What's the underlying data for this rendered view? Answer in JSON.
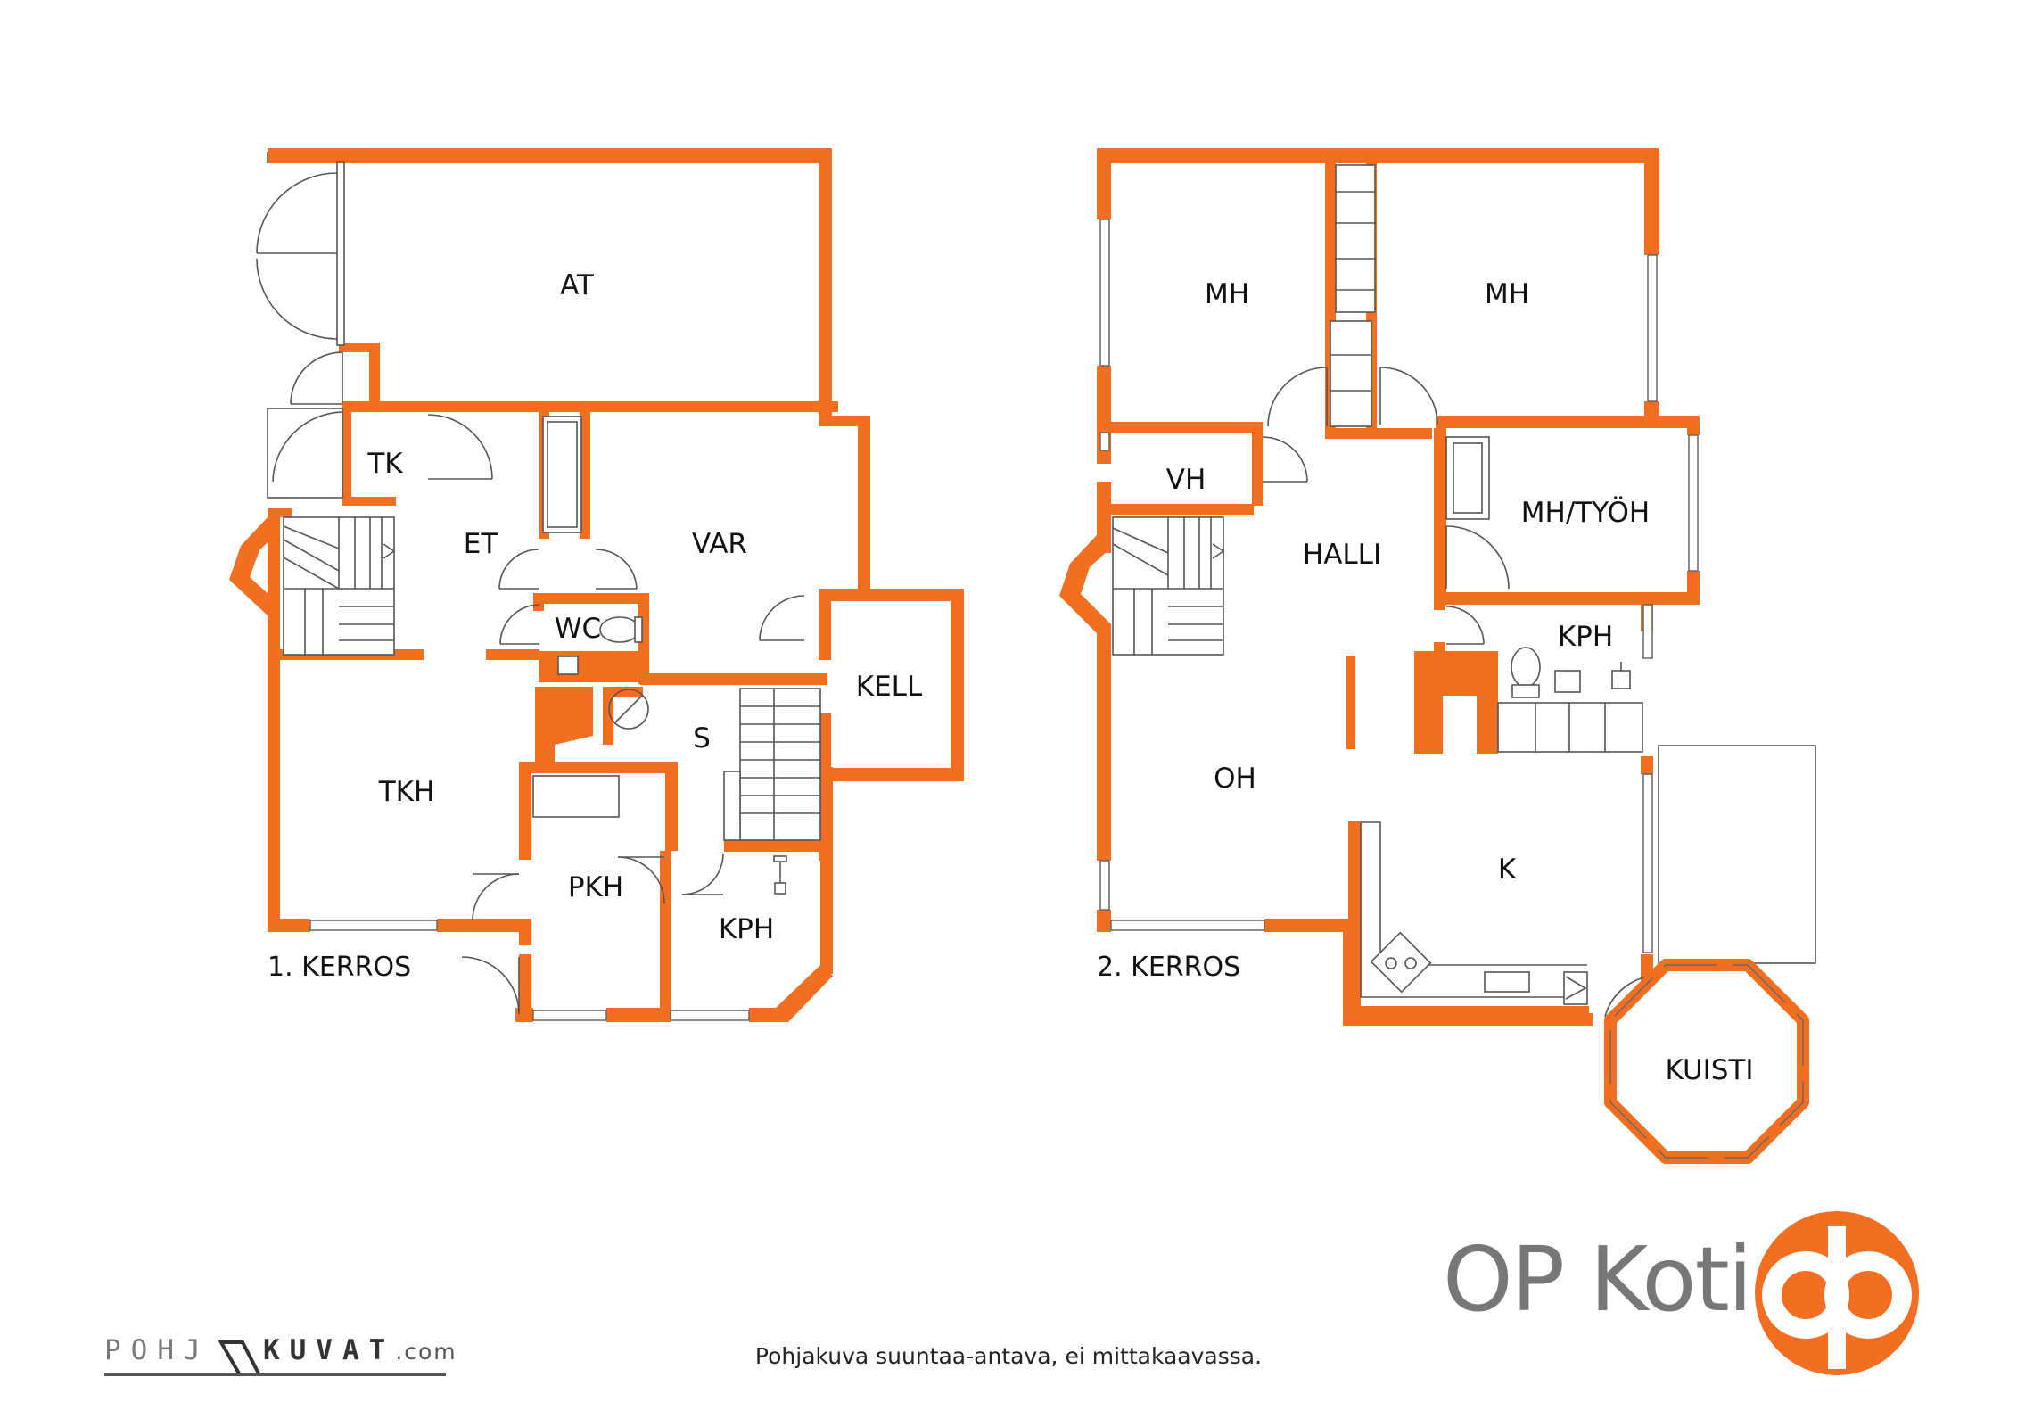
{
  "floors": [
    {
      "label": "1. KERROS",
      "rooms": [
        "AT",
        "TK",
        "ET",
        "VAR",
        "WC",
        "KELL",
        "S",
        "TKH",
        "PKH",
        "KPH"
      ]
    },
    {
      "label": "2. KERROS",
      "rooms": [
        "MH",
        "MH",
        "VH",
        "HALLI",
        "MH/TYÖH",
        "KPH",
        "OH",
        "K",
        "KUISTI"
      ]
    }
  ],
  "note": "Pohjakuva suuntaa-antava, ei mittakaavassa.",
  "brand": {
    "name": "OP Koti",
    "color": "#f26f21"
  },
  "credit": {
    "part1": "POHJ",
    "part2": "KUVAT",
    "part3": ".com"
  },
  "colors": {
    "wall": "#f26f21",
    "line": "#555555",
    "text": "#111111"
  }
}
